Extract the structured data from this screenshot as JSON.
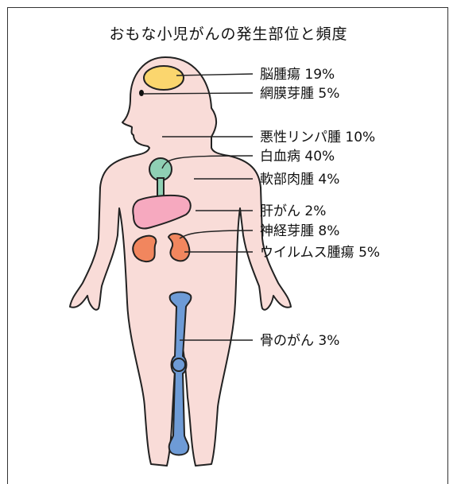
{
  "title": "おもな小児がんの発生部位と頻度",
  "labels": [
    {
      "name": "brain-tumor",
      "text": "脳腫瘍  19%"
    },
    {
      "name": "retinoblastoma",
      "text": "網膜芽腫  5%"
    },
    {
      "name": "malignant-lymphoma",
      "text": "悪性リンパ腫  10%"
    },
    {
      "name": "leukemia",
      "text": "白血病  40%"
    },
    {
      "name": "soft-tissue-sarcoma",
      "text": "軟部肉腫  4%"
    },
    {
      "name": "liver-cancer",
      "text": "肝がん  2%"
    },
    {
      "name": "neuroblastoma",
      "text": "神経芽腫  8%"
    },
    {
      "name": "wilms-tumor",
      "text": "ウイルムス腫瘍  5%"
    },
    {
      "name": "bone-cancer",
      "text": "骨のがん  3%"
    }
  ],
  "colors": {
    "skin": "#f9dcd8",
    "outline": "#222222",
    "brain": "#fbd66e",
    "thymus": "#8fd0b4",
    "liver": "#f6a9bf",
    "kidney": "#f1865e",
    "bone": "#6e9bd6"
  }
}
